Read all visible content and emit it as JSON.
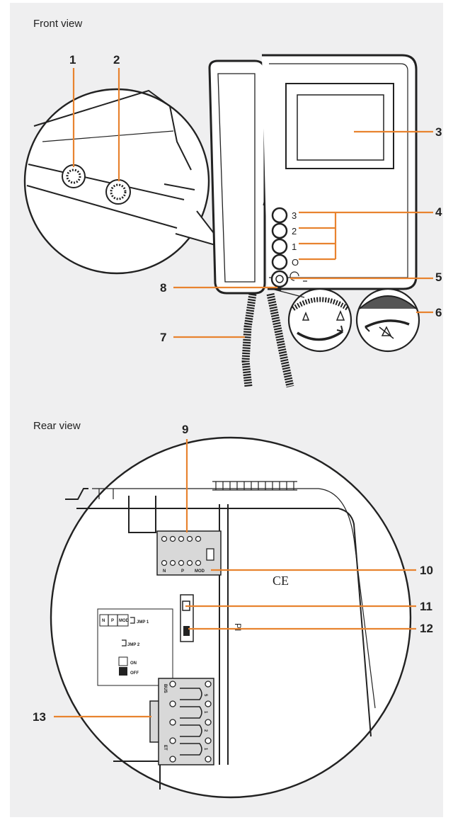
{
  "sections": {
    "front_title": "Front view",
    "rear_title": "Rear view"
  },
  "callouts": [
    "1",
    "2",
    "3",
    "4",
    "5",
    "6",
    "7",
    "8",
    "9",
    "10",
    "11",
    "12",
    "13"
  ],
  "device": {
    "button_labels": [
      "3",
      "2",
      "1",
      "O"
    ],
    "terminal_labels": [
      "N",
      "P",
      "MOD"
    ],
    "jumper_labels": [
      "JMP 1",
      "JMP 2"
    ],
    "switch_labels": [
      "ON",
      "OFF"
    ],
    "connector_labels": [
      "BUS",
      "ET"
    ],
    "connector_numbers": [
      "5",
      "1",
      "2",
      "1"
    ],
    "side_mark": "PI",
    "ce_mark": "CE"
  },
  "colors": {
    "leader": "#e8832f",
    "panel": "#efeff0",
    "ink": "#222222"
  }
}
